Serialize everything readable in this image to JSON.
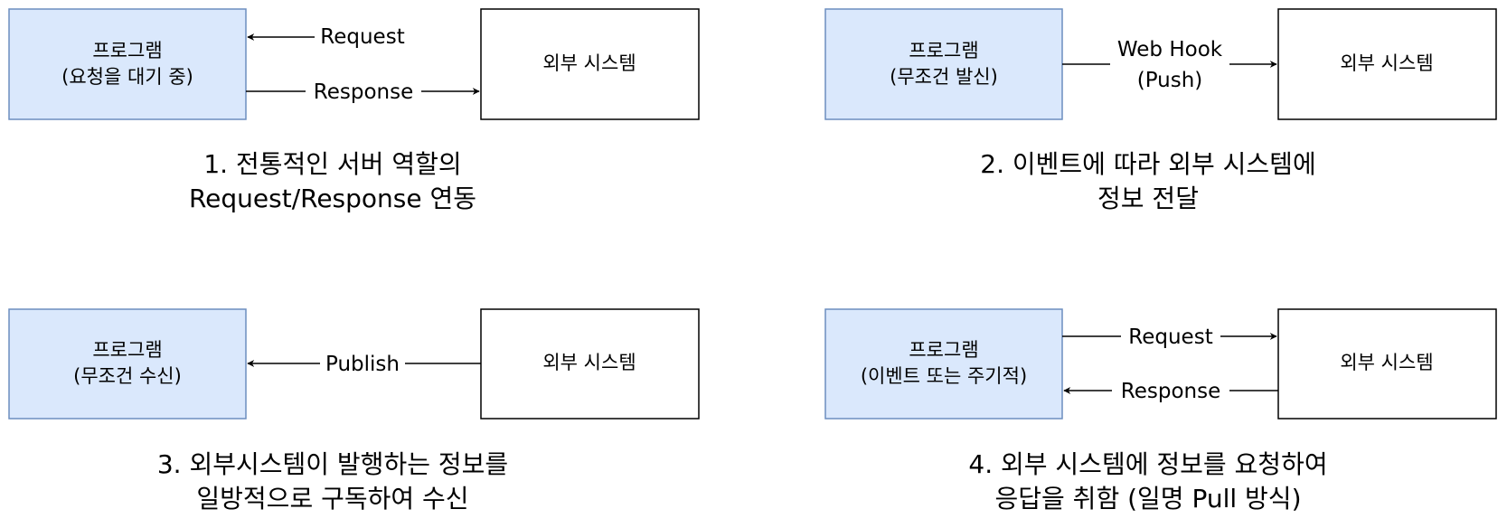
{
  "colors": {
    "program_fill": "#dae8fc",
    "program_stroke": "#6c8ebf",
    "system_fill": "#ffffff",
    "system_stroke": "#000000",
    "line": "#000000",
    "text": "#000000"
  },
  "panels": [
    {
      "program": {
        "line1": "프로그램",
        "line2": "(요청을 대기 중)"
      },
      "system": {
        "label": "외부 시스템"
      },
      "edges": [
        {
          "label": "Request",
          "direction": "to-program"
        },
        {
          "label": "Response",
          "direction": "to-system"
        }
      ],
      "caption": {
        "line1": "1. 전통적인 서버 역할의",
        "line2": "Request/Response 연동"
      }
    },
    {
      "program": {
        "line1": "프로그램",
        "line2": "(무조건 발신)"
      },
      "system": {
        "label": "외부 시스템"
      },
      "edges": [
        {
          "label": "Web Hook",
          "label2": "(Push)",
          "direction": "to-system"
        }
      ],
      "caption": {
        "line1": "2. 이벤트에 따라 외부 시스템에",
        "line2": "정보 전달"
      }
    },
    {
      "program": {
        "line1": "프로그램",
        "line2": "(무조건 수신)"
      },
      "system": {
        "label": "외부 시스템"
      },
      "edges": [
        {
          "label": "Publish",
          "direction": "to-program"
        }
      ],
      "caption": {
        "line1": "3. 외부시스템이 발행하는 정보를",
        "line2": "일방적으로 구독하여 수신"
      }
    },
    {
      "program": {
        "line1": "프로그램",
        "line2": "(이벤트 또는 주기적)"
      },
      "system": {
        "label": "외부 시스템"
      },
      "edges": [
        {
          "label": "Request",
          "direction": "to-system"
        },
        {
          "label": "Response",
          "direction": "to-program"
        }
      ],
      "caption": {
        "line1": "4. 외부 시스템에 정보를 요청하여",
        "line2": "응답을 취함 (일명 Pull 방식)"
      }
    }
  ]
}
